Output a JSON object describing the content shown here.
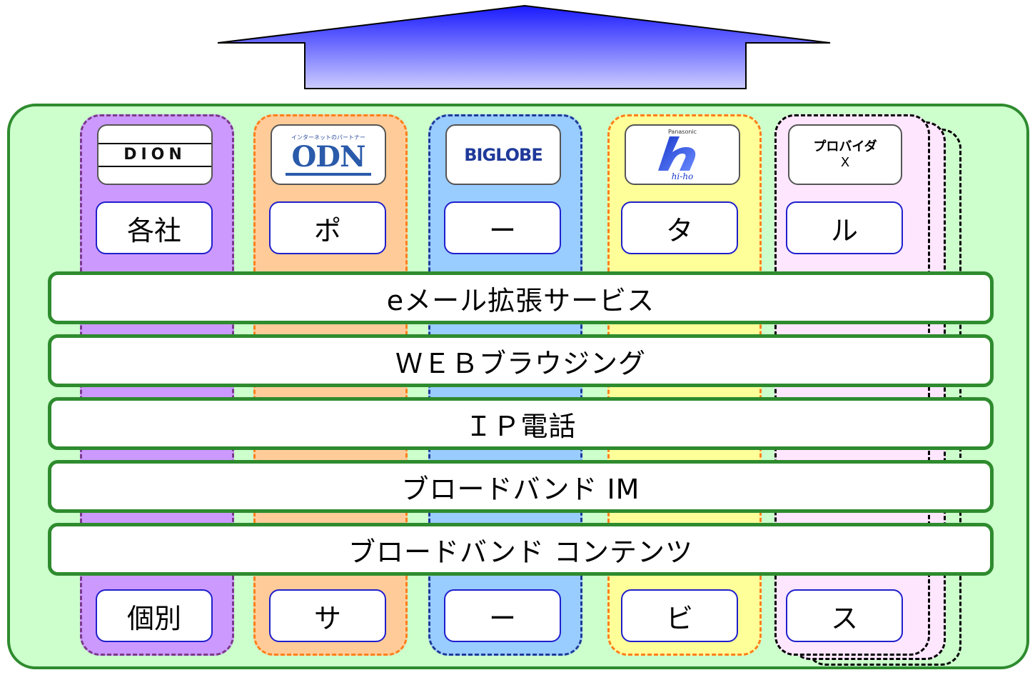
{
  "providers": [
    {
      "logo_text": "DION",
      "top_char": "各社",
      "bottom_char": "個別",
      "color": "#cc99ff"
    },
    {
      "logo_text": "ODN",
      "top_char": "ポ",
      "bottom_char": "サ",
      "color": "#ffcc99"
    },
    {
      "logo_text": "BIGLOBE",
      "top_char": "ー",
      "bottom_char": "ー",
      "color": "#99ccff"
    },
    {
      "logo_text": "hi-ho",
      "top_char": "タ",
      "bottom_char": "ビ",
      "color": "#ffff99"
    },
    {
      "logo_text": "プロバイダ",
      "logo_sub": "X",
      "top_char": "ル",
      "bottom_char": "ス",
      "color": "#ffe6ff"
    }
  ],
  "logo_small": {
    "odn_tagline": "インターネットのパートナー",
    "hiho_brand": "Panasonic"
  },
  "bands": [
    "eメール拡張サービス",
    "ＷＥＢブラウジング",
    "ＩＰ電話",
    "ブロードバンド IM",
    "ブロードバンド コンテンツ"
  ],
  "colors": {
    "panel_fill": "#ccffcc",
    "panel_border": "#2e8b2e",
    "arrow_top": "#1a1aff",
    "arrow_bottom": "#ccccff"
  }
}
